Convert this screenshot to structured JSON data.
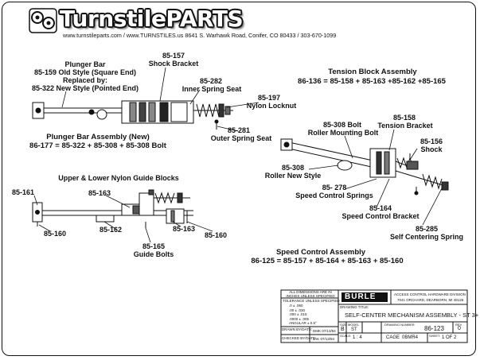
{
  "header": {
    "logo_text": "TurnstilePARTS",
    "subline": "www.turnstileparts.com / www.TURNSTILES.us   8641 S. Warhawk Road, Conifer, CO 80433 / 303-670-1099"
  },
  "labels": {
    "plunger_bar": "Plunger  Bar",
    "old_style": "85-159 Old Style (Square End)",
    "replaced_by": "Replaced by:",
    "new_style": "85-322 New Style (Pointed End)",
    "shock_bracket_num": "85-157",
    "shock_bracket": "Shock Bracket",
    "inner_seat_num": "85-282",
    "inner_seat": "Inner Spring Seat",
    "nylon_locknut_num": "85-197",
    "nylon_locknut": "Nylon Locknut",
    "outer_seat_num": "85-281",
    "outer_seat": "Outer Spring Seat",
    "plunger_assembly_title": "Plunger Bar Assembly (New)",
    "plunger_assembly_formula": "86-177 = 85-322 + 85-308 + 85-308 Bolt",
    "tension_assembly_title": "Tension Block Assembly",
    "tension_assembly_formula": "86-136 = 85-158 + 85-163 +85-162 +85-165",
    "tension_bracket_num": "85-158",
    "tension_bracket": "Tension  Bracket",
    "roller_bolt_num": "85-308 Bolt",
    "roller_bolt": "Roller Mounting Bolt",
    "shock_num": "85-156",
    "shock": "Shock",
    "roller_new_num": "85-308",
    "roller_new": "Roller New Style",
    "speed_springs": "85- 278",
    "speed_springs_name": "Speed Control Springs",
    "speed_bracket_num": "85-164",
    "speed_bracket": "Speed Control Bracket",
    "self_center_num": "85-285",
    "self_center": "Self Centering Spring",
    "guide_blocks_title": "Upper & Lower  Nylon Guide Blocks",
    "p85_161": "85-161",
    "p85_163a": "85-163",
    "p85_160a": "85-160",
    "p85_162": "85-162",
    "p85_163b": "85-163",
    "p85_160b": "85-160",
    "guide_bolts_num": "85-165",
    "guide_bolts": "Guide Bolts",
    "speed_assembly_title": "Speed Control Assembly",
    "speed_assembly_formula": "86-125 = 85-157 + 85-164 + 85-163 + 85-160"
  },
  "title_block": {
    "dims_note": "ALL DIMENSIONS ARE IN\nINCHES UNLESS SPECIFIED",
    "tol_header": "TOLERANCE UNLESS SPECIFIED",
    "tol_rows": [
      ".0   ±  .060",
      ".00   ±  .030",
      ".000   ±  .015",
      ".0000   ±  .005",
      "ANGULAR   ±  0.5°"
    ],
    "drawn_by_label": "DRAWN BY/DATE:",
    "drawn_by": "DMK 07/13/94",
    "checked_by_label": "CHECKED BY/DATE:",
    "checked_by": "JAK 07/13/94",
    "brand": "BURLE",
    "division": "ACCESS CONTROL HARDWARE DIVISION",
    "address": "7041 ORCHARD, DEARBORN, MI 48126",
    "drawing_title_label": "DRAWING TITLE:",
    "drawing_title": "SELF-CENTER MECHANISM ASSEMBLY - ST 3+",
    "size_label": "SIZE",
    "size": "B",
    "model_label": "MODEL",
    "model": "ST",
    "drawing_number_label": "DRAWING NUMBER",
    "drawing_number": "86-123",
    "rev_label": "REV",
    "rev": "0",
    "scale_label": "SCALE:",
    "scale": "1 : 4",
    "cage_label": "CAGE",
    "cage": "0BMR4",
    "sheet_label": "SHEET:",
    "sheet": "1  OF  2"
  }
}
